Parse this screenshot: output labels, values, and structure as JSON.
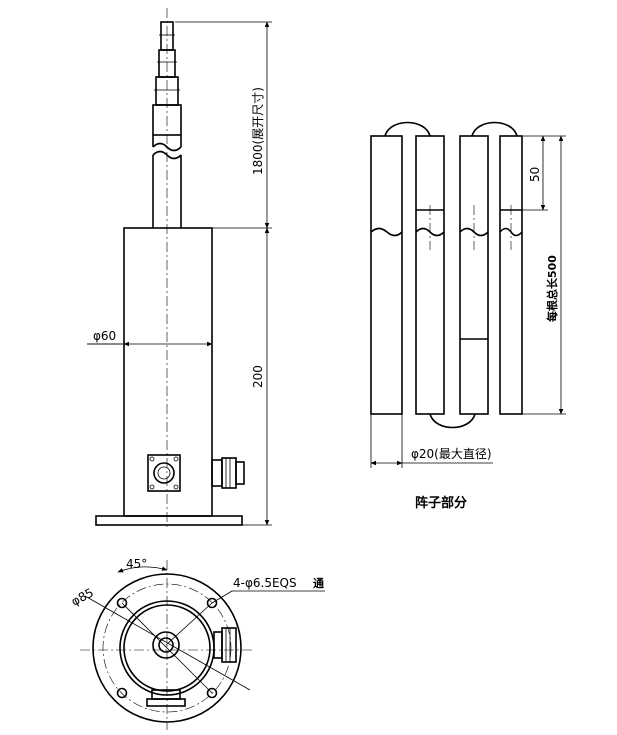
{
  "labels": {
    "ext_height": "1800(展开尺寸)",
    "body_height": "200",
    "body_diameter": "φ60",
    "seg_top": "50",
    "seg_length": "每根总长500",
    "max_diameter": "φ20(最大直径)",
    "array_caption": "阵子部分",
    "angle": "45°",
    "flange_diameter": "φ85",
    "holes": "4-φ6.5EQS",
    "holes_suffix": "通"
  }
}
